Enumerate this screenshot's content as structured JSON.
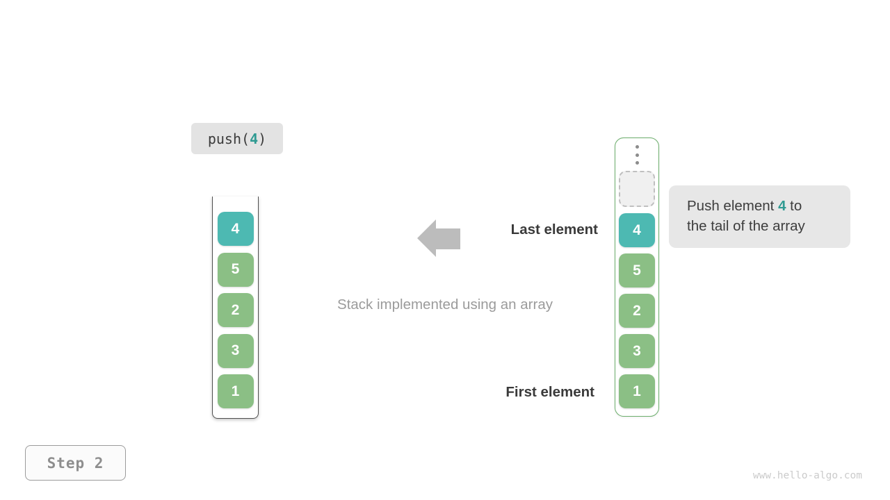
{
  "operation": {
    "prefix": "push(",
    "value": "4",
    "suffix": ")"
  },
  "stack": {
    "items": [
      "4",
      "5",
      "2",
      "3",
      "1"
    ]
  },
  "array": {
    "items": [
      "4",
      "5",
      "2",
      "3",
      "1"
    ]
  },
  "labels": {
    "last_element": "Last element",
    "first_element": "First element",
    "caption": "Stack implemented using an array"
  },
  "callout": {
    "line1_before": "Push element ",
    "line1_value": "4",
    "line1_after": " to",
    "line2": "the tail of the array"
  },
  "step_label": "Step 2",
  "watermark": "www.hello-algo.com",
  "colors": {
    "highlight_cell": "#4db9b2",
    "highlight_text": "#2f9a92",
    "element_cell": "#8bbf85",
    "array_border": "#6cae6c",
    "label_background": "#e3e3e3",
    "callout_background": "#e7e7e7",
    "arrow_gray": "#bcbcbc"
  }
}
